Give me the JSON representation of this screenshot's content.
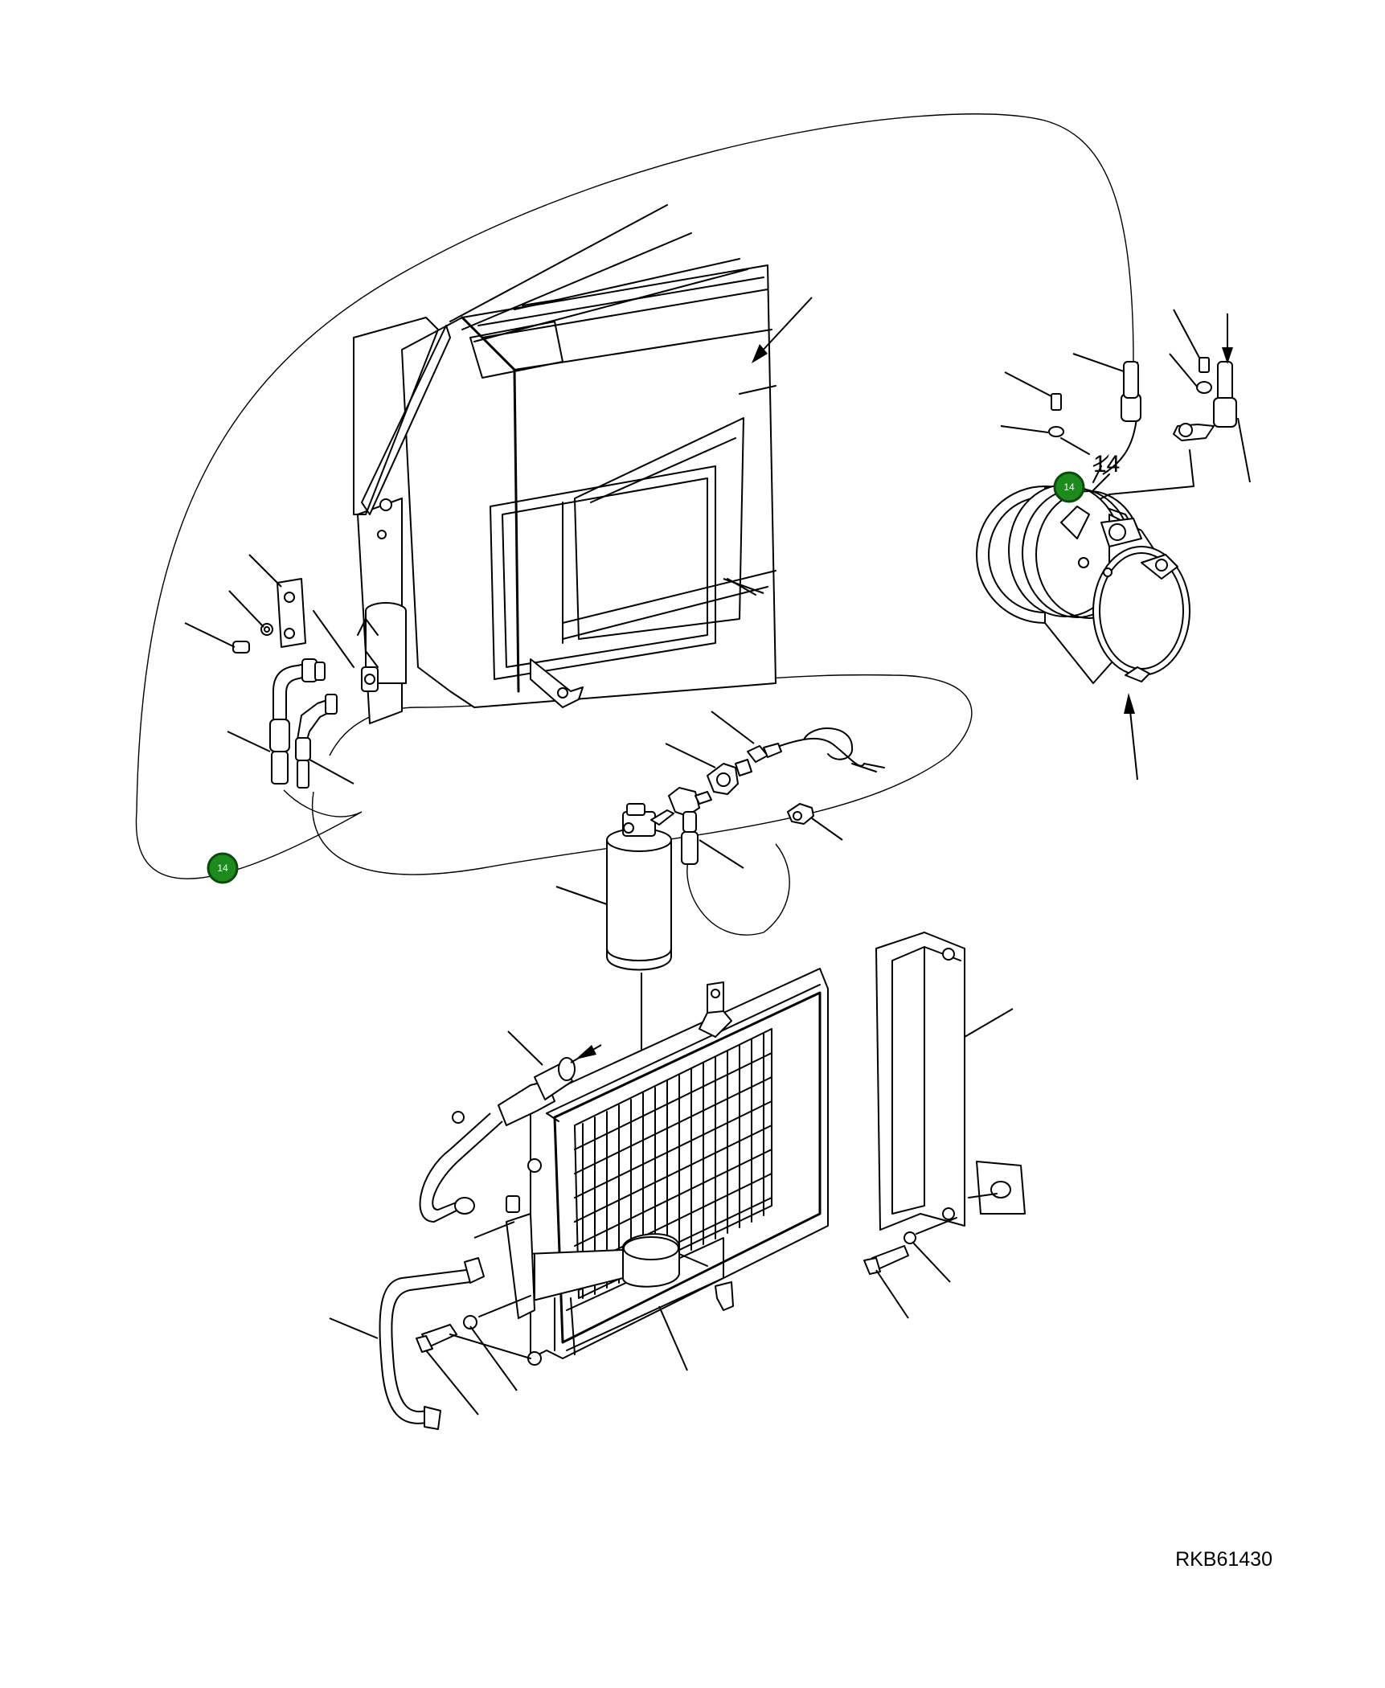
{
  "drawing_number": "RKB61430",
  "callouts": [
    {
      "label": "14"
    },
    {
      "label": "14"
    }
  ],
  "part_number_tag": "14",
  "colors": {
    "callout_fill": "#1d8a1d",
    "callout_border": "#0b4a0b",
    "line": "#000000",
    "background": "#ffffff"
  }
}
